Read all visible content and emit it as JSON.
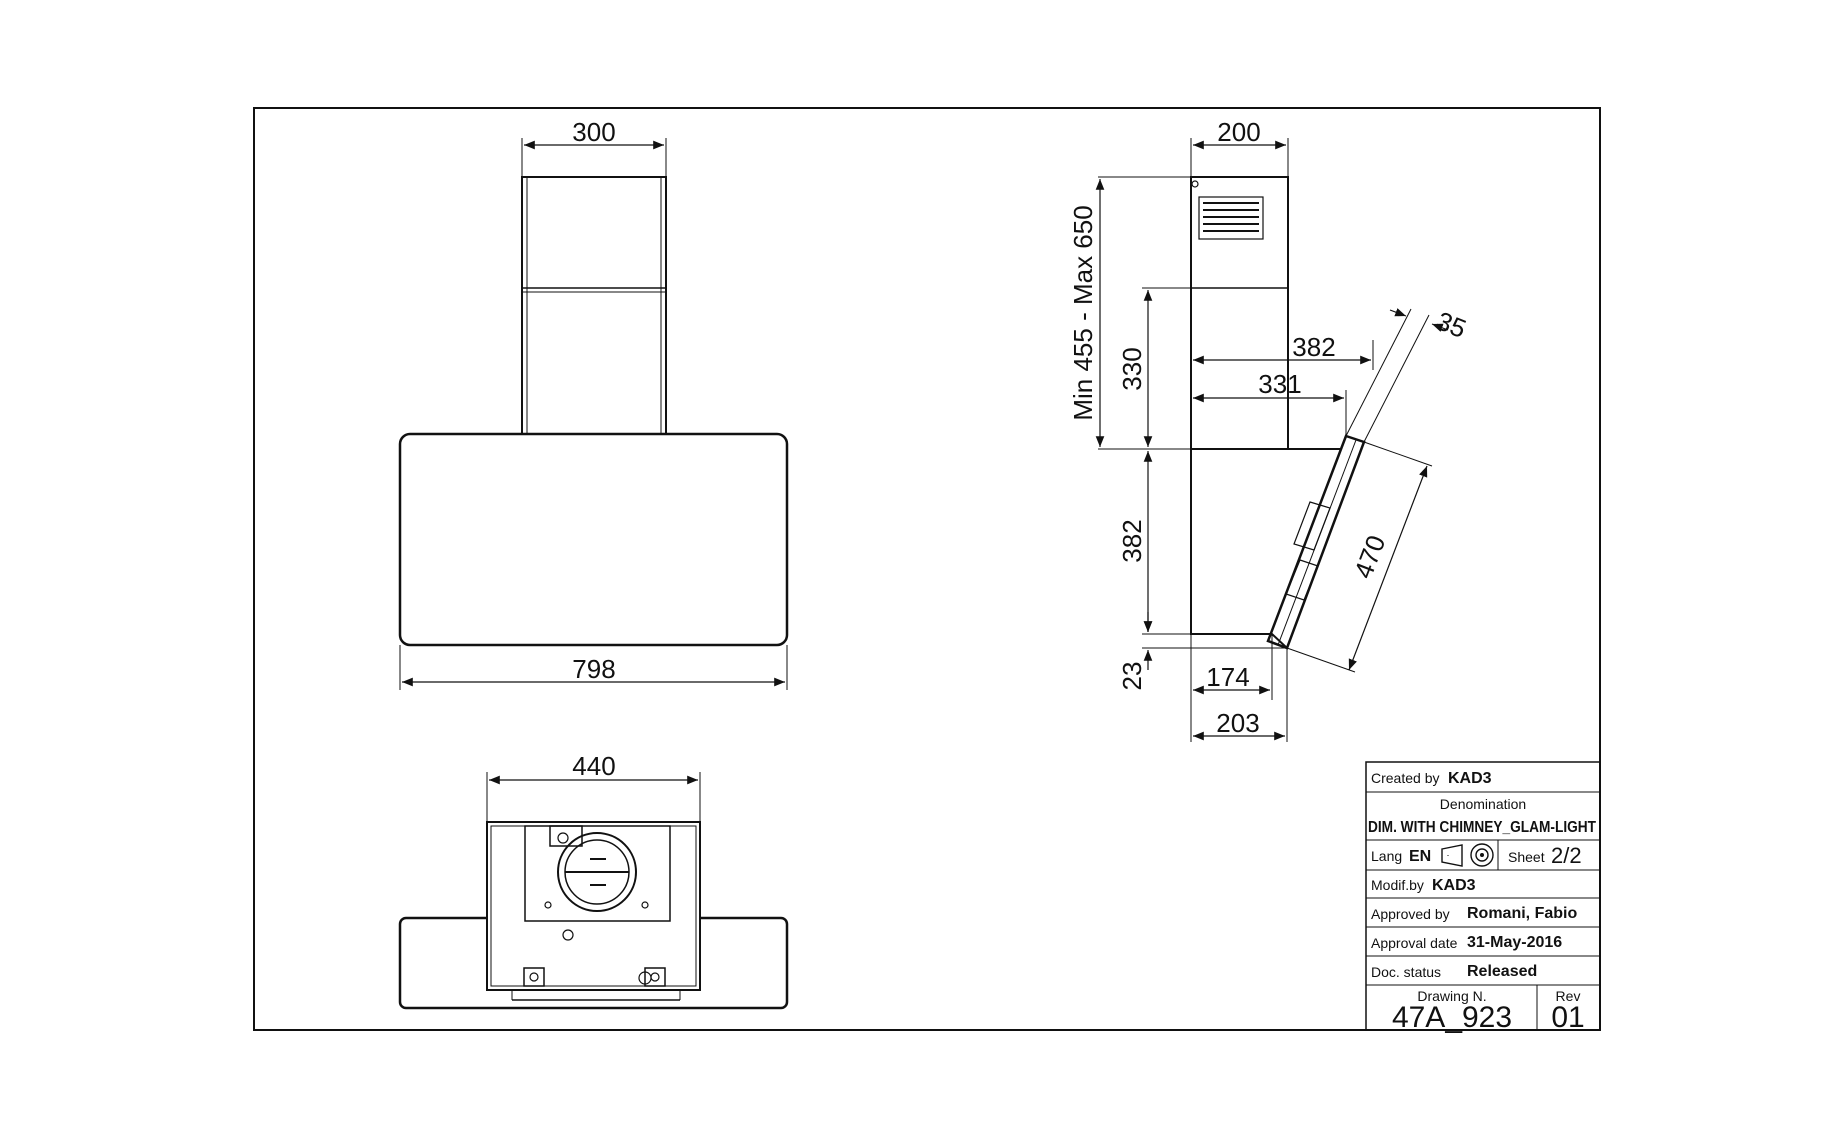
{
  "dimensions": {
    "front_chimney_width": "300",
    "front_hood_width": "798",
    "top_width": "440",
    "side_chimney_depth": "200",
    "side_chimney_height": "Min 455 - Max 650",
    "side_upper_height": "330",
    "side_depth_382": "382",
    "side_depth_331": "331",
    "side_glass_thickness": "35",
    "side_lower_height": "382",
    "side_glass_length": "470",
    "side_bottom_height": "23",
    "side_bottom_174": "174",
    "side_bottom_203": "203"
  },
  "title_block": {
    "created_by_label": "Created by",
    "created_by_value": "KAD3",
    "denomination_label": "Denomination",
    "denomination_value": "DIM. WITH CHIMNEY_GLAM-LIGHT",
    "lang_label": "Lang",
    "lang_value": "EN",
    "sheet_label": "Sheet",
    "sheet_value": "2/2",
    "modif_label": "Modif.by",
    "modif_value": "KAD3",
    "approved_label": "Approved by",
    "approved_value": "Romani, Fabio",
    "approval_date_label": "Approval date",
    "approval_date_value": "31-May-2016",
    "doc_status_label": "Doc. status",
    "doc_status_value": "Released",
    "drawing_label": "Drawing N.",
    "drawing_value": "47A_923",
    "rev_label": "Rev",
    "rev_value": "01"
  },
  "icons": [
    "projection-symbol-icon"
  ],
  "colors": {
    "line": "#111111",
    "background": "#ffffff"
  }
}
